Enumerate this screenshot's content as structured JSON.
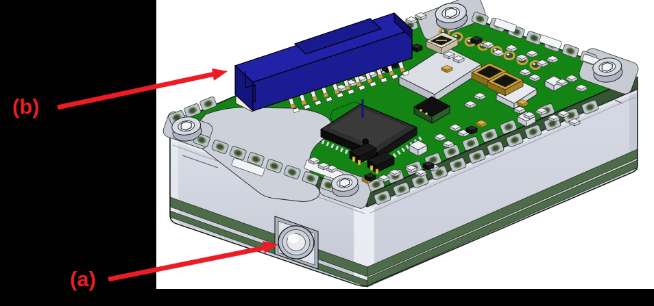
{
  "annotations": {
    "a": {
      "text": "(a)",
      "target": "lens-aperture"
    },
    "b": {
      "text": "(b)",
      "target": "board-connector"
    },
    "arrow_color": "#ED1C24"
  },
  "colors": {
    "page_background": "#000000",
    "figure_background": "#FFFFFF",
    "pcb_green": "#148414",
    "pcb_edge_green": "#355535",
    "gasket_green": "#4E6B4A",
    "enclosure_gray": "#D3D8E2",
    "connector_blue": "#1B1B94",
    "gold": "#C9A23E",
    "screw_silver": "#D7DBE4"
  }
}
